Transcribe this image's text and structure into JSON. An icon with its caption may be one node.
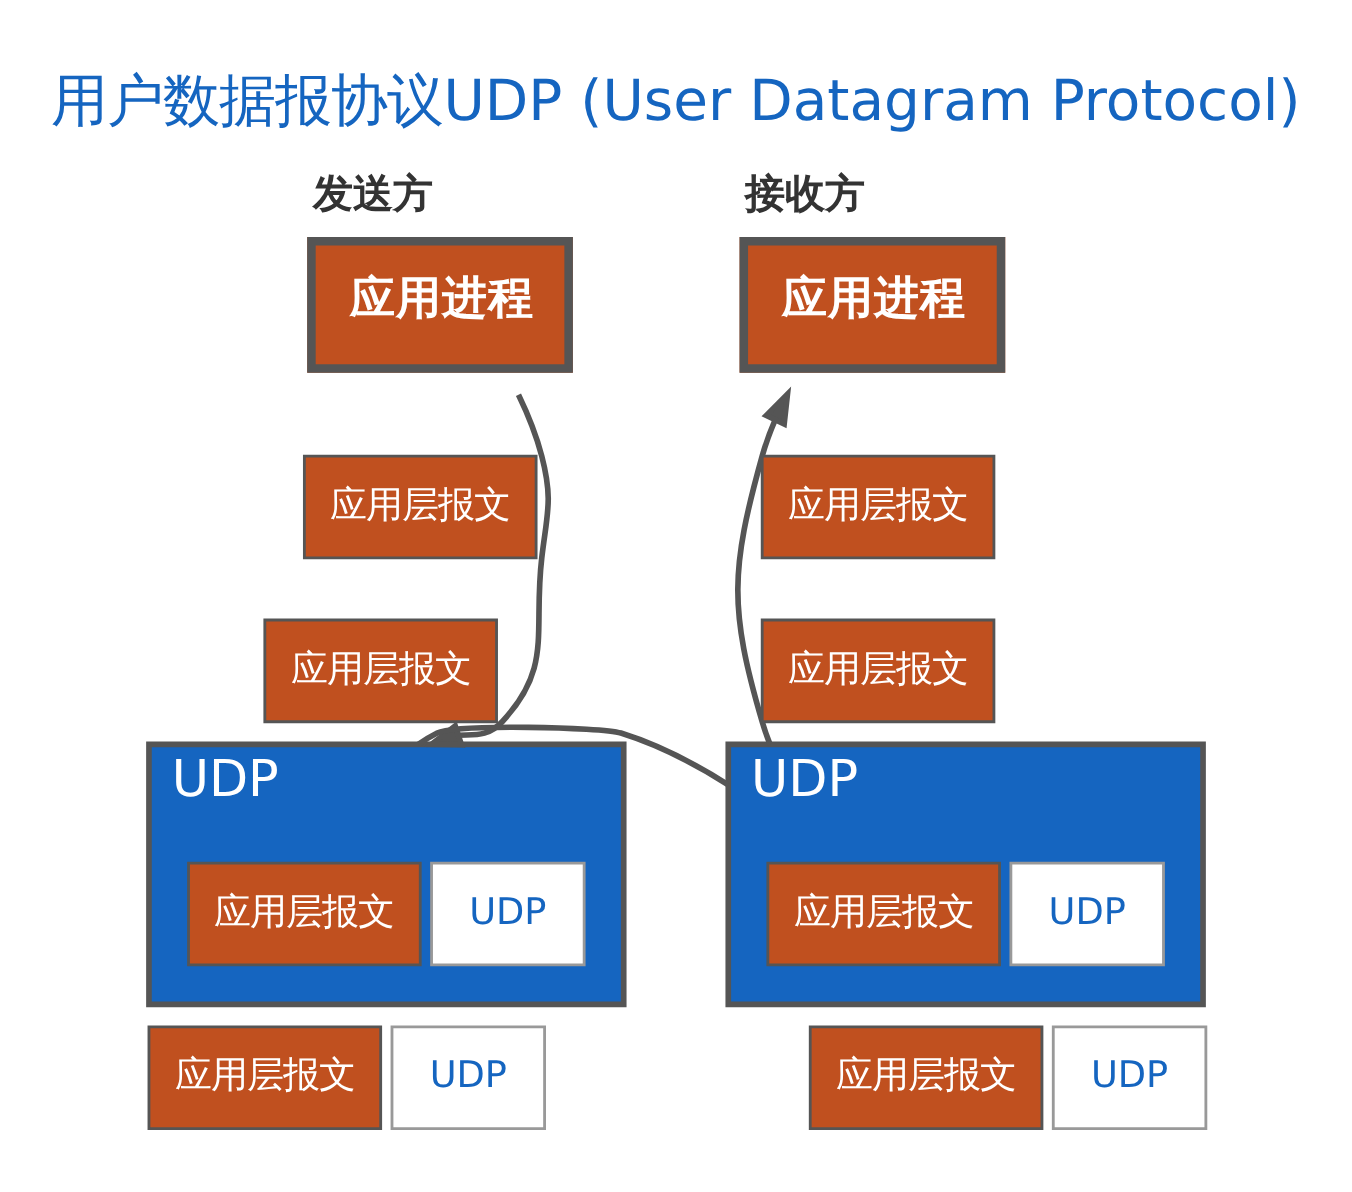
{
  "diagram": {
    "title": "用户数据报协议UDP (User Datagram Protocol)",
    "nodes": [
      {
        "text": [
          "应用进程"
        ],
        "beside": [
          "发送方"
        ]
      },
      {
        "text": [
          "应用层报文"
        ]
      },
      {
        "text": [
          "应用层报文"
        ]
      },
      {
        "text": [
          "UDP"
        ]
      },
      {
        "text": [
          "应用层报文"
        ],
        "in": 3
      },
      {
        "text": [
          "UDP"
        ],
        "in": 3
      },
      {
        "text": [
          "应用层报文"
        ]
      },
      {
        "text": [
          "UDP"
        ]
      },
      {
        "text": [
          "应用层报文"
        ]
      },
      {
        "text": [
          "UDP"
        ]
      },
      {
        "text": [
          "UDP"
        ]
      },
      {
        "text": [
          "应用层报文"
        ],
        "in": 10
      },
      {
        "text": [
          "UDP"
        ],
        "in": 10
      },
      {
        "text": [
          "应用层报文"
        ]
      },
      {
        "text": [
          "应用层报文"
        ]
      },
      {
        "text": [
          "应用进程"
        ],
        "beside": [
          "接收方"
        ]
      }
    ],
    "edges": [
      {
        "from": 0,
        "to": 3,
        "arrow": "to"
      },
      {
        "from": 3,
        "to": 10,
        "arrow": "none"
      },
      {
        "from": 10,
        "to": 15,
        "arrow": "to"
      }
    ]
  }
}
